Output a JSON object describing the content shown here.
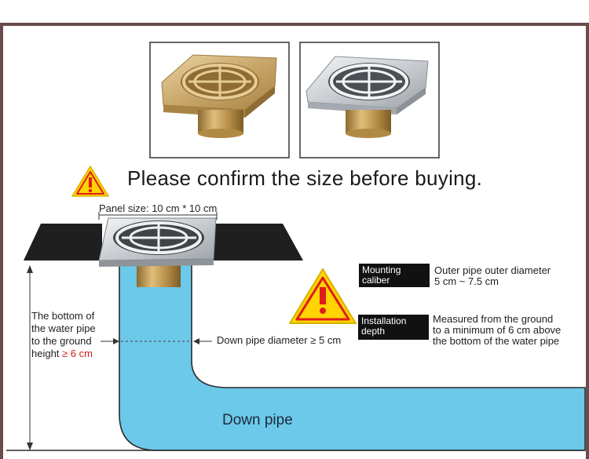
{
  "headline": "Please confirm the size before buying.",
  "panel_size": "Panel size: 10 cm * 10 cm",
  "left_note": {
    "line1": "The bottom of",
    "line2": "the water pipe",
    "line3": "to the ground",
    "line4_prefix": "height ",
    "line4_highlight": "≥ 6 cm"
  },
  "pipe_diameter": "Down pipe diameter ≥ 5 cm",
  "down_pipe": "Down pipe",
  "mounting": {
    "label_line1": "Mounting",
    "label_line2": "caliber",
    "desc_line1": "Outer pipe outer diameter",
    "desc_line2": "5 cm ~ 7.5 cm"
  },
  "installation": {
    "label_line1": "Installation",
    "label_line2": "depth",
    "desc_line1": "Measured from the ground",
    "desc_line2": "to a minimum of 6 cm above",
    "desc_line3": "the bottom of the water pipe"
  },
  "colors": {
    "pipe_blue": "#6cc9ea",
    "pipe_outline": "#2b2b2b",
    "floor": "#1f1f1f",
    "warning_yellow": "#ffd400",
    "warning_red": "#e11b1b",
    "brass": "#c9a76a",
    "chrome": "#cfd3d6",
    "highlight_red": "#d21f1f"
  },
  "icons": [
    "warning-triangle-icon",
    "warning-triangle-icon"
  ]
}
